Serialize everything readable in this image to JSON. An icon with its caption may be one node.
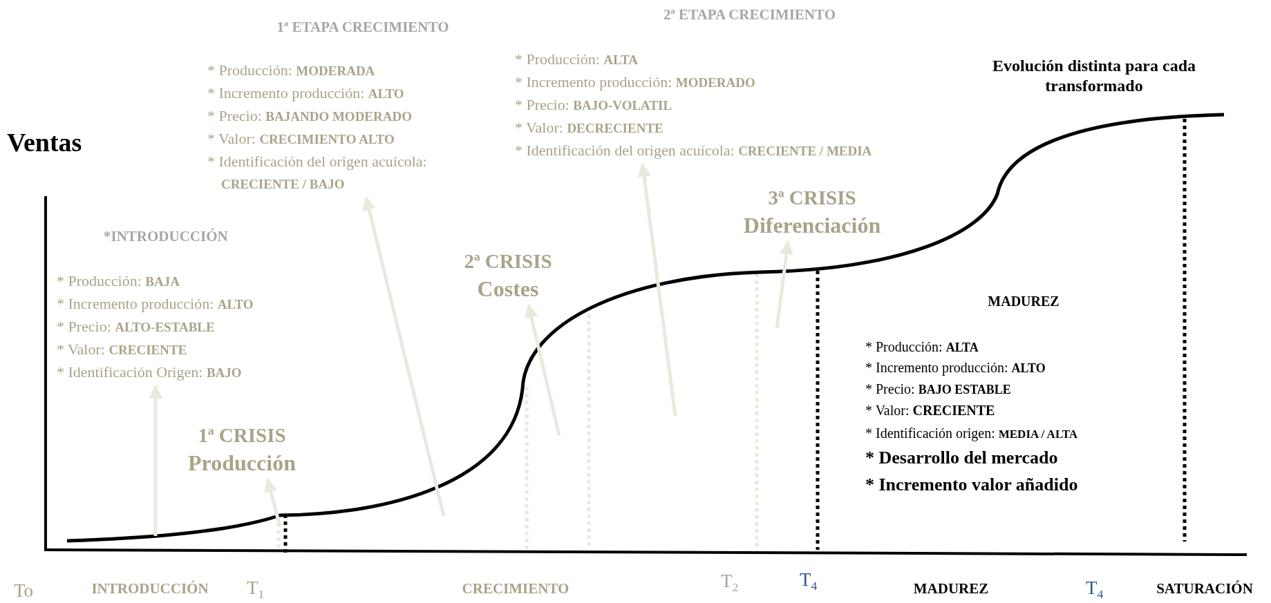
{
  "diagram": {
    "nodes": [
      {
        "text": [
          "1ª ETAPA CRECIMIENTO",
          "* Producción: **MODERADA**",
          "* Incremento producción: **ALTO**",
          "* Precio: **BAJANDO MODERADO**",
          "* Valor: **CRECIMIENTO ALTO**",
          "* Identificación del origen acuícola: **CRECIENTE / BAJO**"
        ]
      },
      {
        "text": [
          "2ª ETAPA CRECIMIENTO",
          "* Producción: **ALTA**",
          "* Incremento producción: **MODERADO**",
          "* Precio: **BAJO-VOLATIL**",
          "* Valor: **DECRECIENTE**",
          "* Identificación del origen acuícola: **CRECIENTE / MEDIA**"
        ]
      },
      {
        "text": [
          "*INTRODUCCIÓN",
          "* Producción: **BAJA**",
          "* Incremento producción: **ALTO**",
          "* Precio: **ALTO-ESTABLE**",
          "* Valor: **CRECIENTE**",
          "* Identificación Origen: **BAJO**"
        ]
      },
      {
        "text": [
          "2ª CRISIS",
          "Costes"
        ]
      },
      {
        "text": [
          "3ª CRISIS",
          "Diferenciación"
        ]
      },
      {
        "text": [
          "1ª CRISIS",
          "Producción"
        ]
      }
    ],
    "edges": [
      {
        "from": null,
        "to": 2,
        "arrow": "to"
      },
      {
        "from": null,
        "to": 5,
        "arrow": "to"
      },
      {
        "from": null,
        "to": 0,
        "arrow": "to"
      },
      {
        "from": null,
        "to": 3,
        "arrow": "to"
      },
      {
        "from": null,
        "to": 1,
        "arrow": "to"
      },
      {
        "from": null,
        "to": 4,
        "arrow": "to"
      }
    ],
    "labels": [
      "Evolución distinta para cada transformado",
      "Ventas",
      "MADUREZ",
      "* Producción: **ALTA**",
      "* Incremento producción: **ALTO**",
      "* Precio: **BAJO ESTABLE**",
      "* Valor: **CRECIENTE**",
      "* Identificación origen: **MEDIA / ALTA**",
      "* Desarrollo del mercado",
      "* Incremento valor añadido",
      "To",
      "INTRODUCCIÓN",
      "T$_{1}$",
      "CRECIMIENTO",
      "T$_{2}$",
      "T$_{4}$",
      "MADUREZ",
      "T$_{4}$",
      "SATURACIÓN"
    ]
  }
}
